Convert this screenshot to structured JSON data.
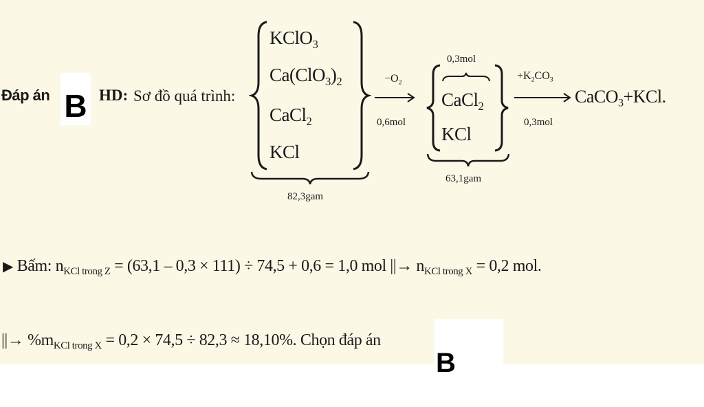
{
  "answer": {
    "prefix": "Đáp án",
    "letter": "B"
  },
  "hd": {
    "label": "HD:",
    "text": "Sơ đồ quá trình:"
  },
  "mixture_x": {
    "items": [
      {
        "main": "KClO",
        "sub1": "3",
        "mid": "",
        "sub2": ""
      },
      {
        "main": "Ca(ClO",
        "sub1": "3",
        "mid": ")",
        "sub2": "2"
      },
      {
        "main": "CaCl",
        "sub1": "2",
        "mid": "",
        "sub2": ""
      },
      {
        "main": "KCl",
        "sub1": "",
        "mid": "",
        "sub2": ""
      }
    ],
    "mass": "82,3gam"
  },
  "arrow1": {
    "above": "−O",
    "above_sub": "2",
    "below": "0,6mol"
  },
  "mixture_z": {
    "top_label": "0,3mol",
    "cacl2_main": "CaCl",
    "cacl2_sub": "2",
    "kcl": "KCl",
    "mass": "63,1gam"
  },
  "arrow2": {
    "above_pre": "+K",
    "above_sub1": "2",
    "above_mid": "CO",
    "above_sub2": "3",
    "below": "0,3mol"
  },
  "products": {
    "p1": "CaCO",
    "p1_sub": "3",
    "p2": "+KCl."
  },
  "line1": {
    "marker": "▶",
    "label": "Bấm: n",
    "sub1": "KCl trong Z",
    "expr": " = (63,1 – 0,3 × 111) ÷ 74,5 + 0,6 = 1,0 mol ||→ n",
    "sub2": "KCl trong X",
    "tail": " = 0,2 mol."
  },
  "line2": {
    "lead": "||→ %m",
    "sub": "KCl trong X",
    "expr": " = 0,2 × 74,5 ÷ 82,3 ≈ 18,10%. Chọn đáp án",
    "letter": "B"
  }
}
